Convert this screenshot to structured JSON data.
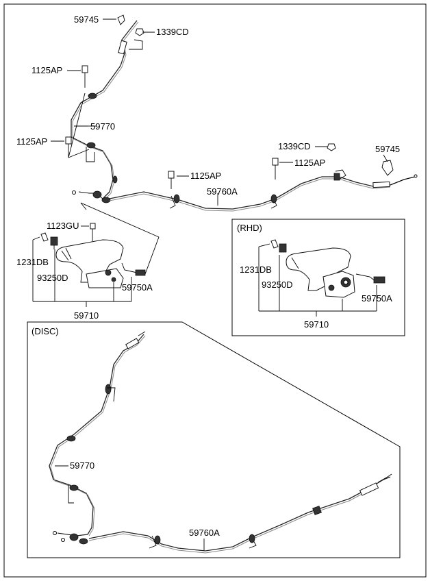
{
  "labels": {
    "p59745_top": "59745",
    "p1339CD_top": "1339CD",
    "p1125AP_a": "1125AP",
    "p59770_top": "59770",
    "p1125AP_b": "1125AP",
    "p1125AP_c": "1125AP",
    "p1339CD_right": "1339CD",
    "p1125AP_d": "1125AP",
    "p59745_right": "59745",
    "p59760A_top": "59760A",
    "p1123GU": "1123GU",
    "p1231DB_left": "1231DB",
    "p93250D_left": "93250D",
    "p59750A_left": "59750A",
    "p59710_left": "59710",
    "rhd_title": "(RHD)",
    "p1231DB_rhd": "1231DB",
    "p93250D_rhd": "93250D",
    "p59750A_rhd": "59750A",
    "p59710_rhd": "59710",
    "disc_title": "(DISC)",
    "p59770_disc": "59770",
    "p59760A_disc": "59760A"
  }
}
